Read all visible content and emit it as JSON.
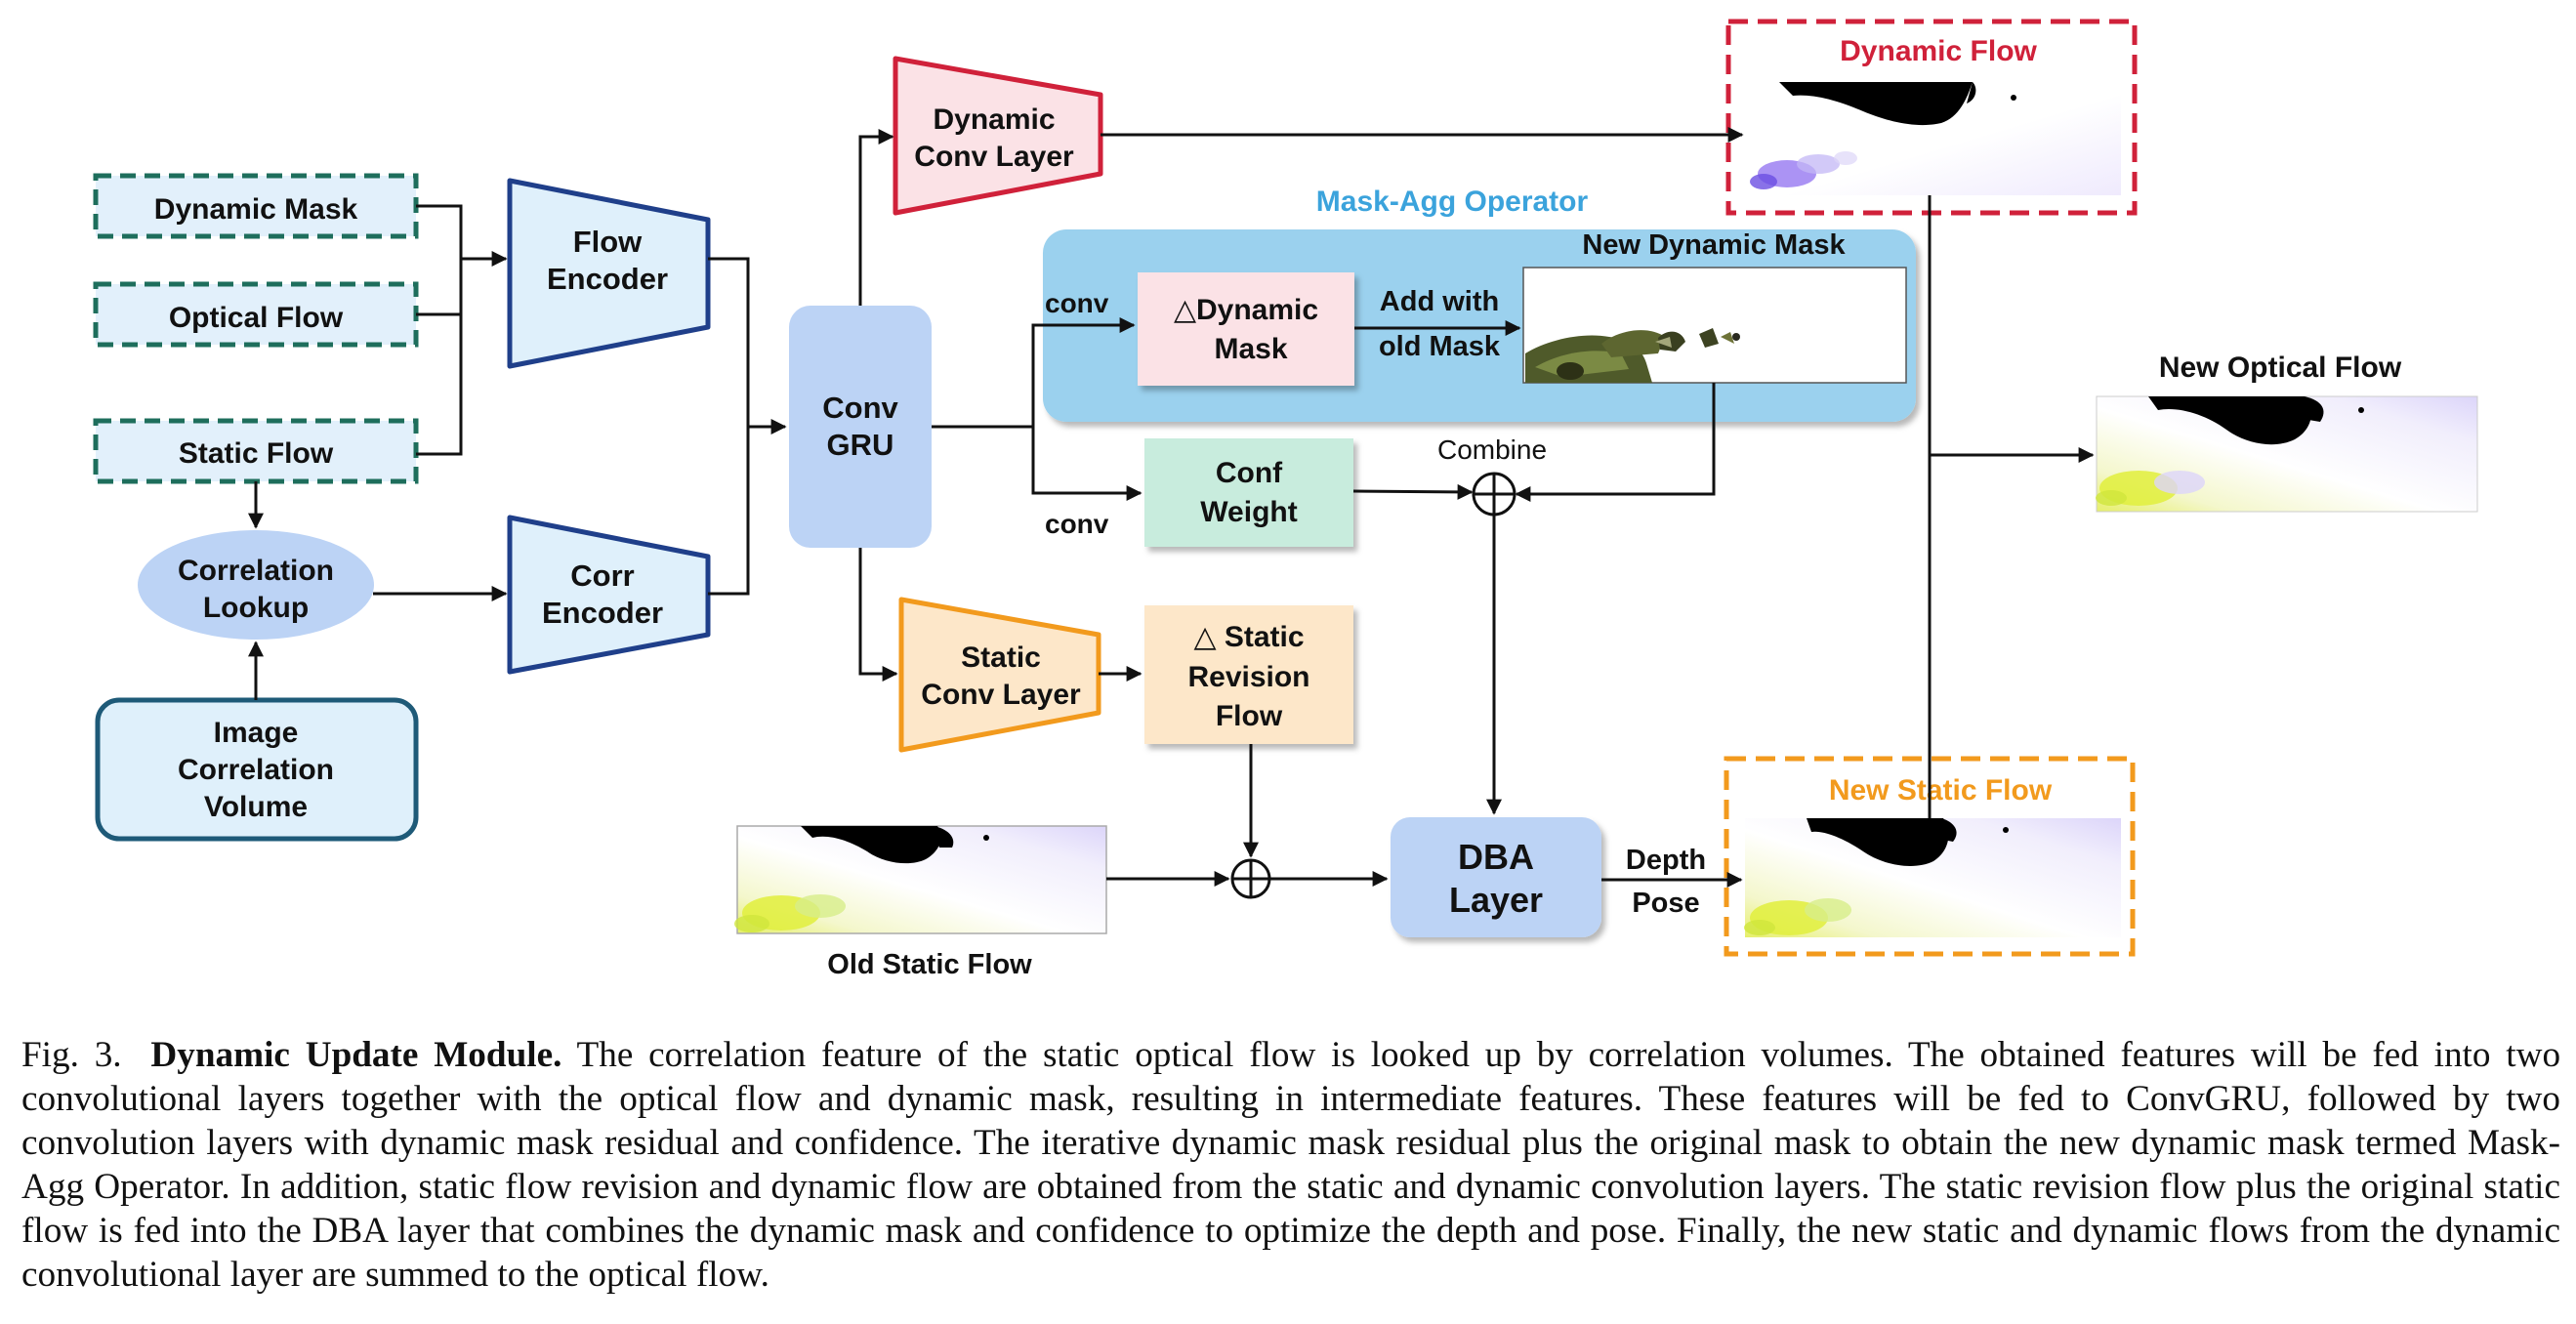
{
  "inputs": {
    "dynamic_mask": "Dynamic Mask",
    "optical_flow": "Optical Flow",
    "static_flow": "Static Flow"
  },
  "correlation_lookup": [
    "Correlation",
    "Lookup"
  ],
  "image_correlation_volume": [
    "Image",
    "Correlation",
    "Volume"
  ],
  "flow_encoder": [
    "Flow",
    "Encoder"
  ],
  "corr_encoder": [
    "Corr",
    "Encoder"
  ],
  "conv_gru": [
    "Conv",
    "GRU"
  ],
  "dynamic_conv_layer": [
    "Dynamic",
    "Conv Layer"
  ],
  "static_conv_layer": [
    "Static",
    "Conv Layer"
  ],
  "mask_agg": {
    "title": "Mask-Agg Operator",
    "new_dynamic_mask": "New Dynamic Mask",
    "delta_dynamic_mask": [
      "△Dynamic",
      "Mask"
    ],
    "add_with_old_mask": [
      "Add with",
      "old Mask"
    ]
  },
  "conv_labels": [
    "conv",
    "conv"
  ],
  "conf_weight": [
    "Conf",
    "Weight"
  ],
  "combine_label": "Combine",
  "delta_static_revision_flow": [
    "△ Static",
    "Revision",
    "Flow"
  ],
  "old_static_flow": "Old Static Flow",
  "dba_layer": [
    "DBA",
    "Layer"
  ],
  "depth_pose": [
    "Depth",
    "Pose"
  ],
  "dynamic_flow": "Dynamic Flow",
  "new_optical_flow": "New Optical Flow",
  "new_static_flow": "New Static Flow",
  "colors": {
    "teal_dashed": "#1e6e5c",
    "navy": "#1f3f8a",
    "red": "#d0213a",
    "orange": "#f29a1d",
    "sky": "#3ba3dc",
    "gru_fill": "#bcd3f5",
    "mask_agg_fill": "#9bd1ee"
  },
  "caption": {
    "label": "Fig. 3.",
    "title": "Dynamic Update Module.",
    "body": "The correlation feature of the static optical flow is looked up by correlation volumes. The obtained features will be fed into two convolutional layers together with the optical flow and dynamic mask, resulting in intermediate features. These features will be fed to ConvGRU, followed by two convolution layers with dynamic mask residual and confidence. The iterative dynamic mask residual plus the original mask to obtain the new dynamic mask termed Mask-Agg Operator. In addition, static flow revision and dynamic flow are obtained from the static and dynamic convolution layers. The static revision flow plus the original static flow is fed into the DBA layer that combines the dynamic mask and confidence to optimize the depth and pose. Finally, the new static and dynamic flows from the dynamic convolutional layer are summed to the optical flow."
  }
}
